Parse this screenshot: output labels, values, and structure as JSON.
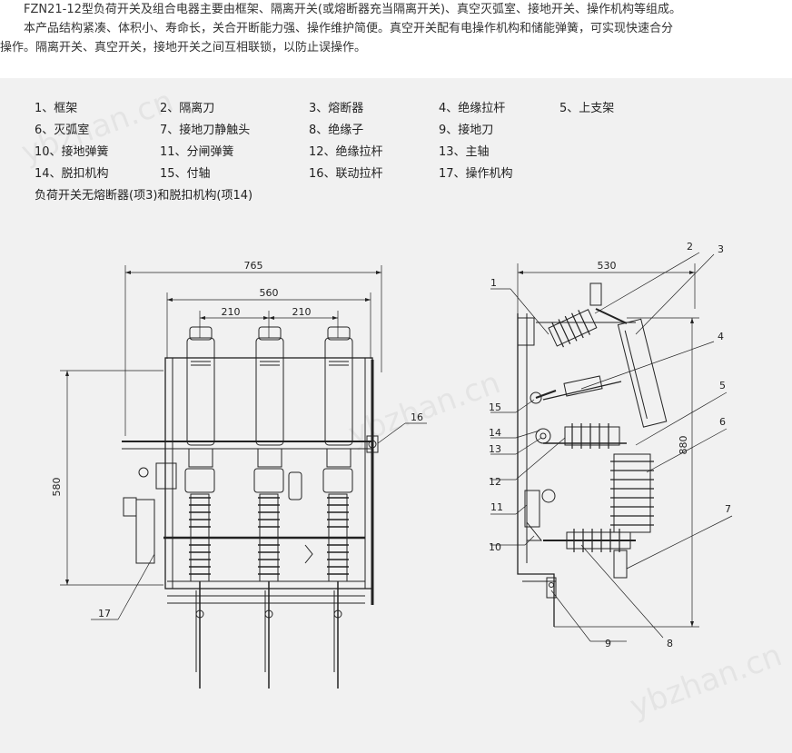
{
  "intro": {
    "line1": "FZN21-12型负荷开关及组合电器主要由框架、隔离开关(或熔断器充当隔离开关)、真空灭弧室、接地开关、操作机构等组成。",
    "line2": "本产品结构紧凑、体积小、寿命长，关合开断能力强、操作维护简便。真空开关配有电操作机构和储能弹簧，可实现快速合分",
    "line3": "操作。隔离开关、真空开关，接地开关之间互相联锁，以防止误操作。"
  },
  "legend": [
    "1、框架",
    "2、隔离刀",
    "3、熔断器",
    "4、绝缘拉杆",
    "5、上支架",
    "6、灭弧室",
    "7、接地刀静触头",
    "8、绝缘子",
    "9、接地刀",
    "10、接地弹簧",
    "11、分闸弹簧",
    "12、绝缘拉杆",
    "13、主轴",
    "14、脱扣机构",
    "15、付轴",
    "16、联动拉杆",
    "17、操作机构"
  ],
  "legend_note": "负荷开关无熔断器(项3)和脱扣机构(项14)",
  "front_view": {
    "dim_overall_width": "765",
    "dim_inner_width": "560",
    "dim_pitch_left": "210",
    "dim_pitch_right": "210",
    "dim_height": "580",
    "callout_16": "16",
    "callout_17": "17"
  },
  "side_view": {
    "dim_depth": "530",
    "dim_height": "880",
    "callouts": [
      "1",
      "2",
      "3",
      "4",
      "5",
      "6",
      "7",
      "8",
      "9",
      "10",
      "11",
      "12",
      "13",
      "14",
      "15"
    ]
  },
  "watermark": "ybzhan.cn",
  "colors": {
    "panel": "#f1f1f1",
    "line": "#222222",
    "text": "#333333"
  }
}
